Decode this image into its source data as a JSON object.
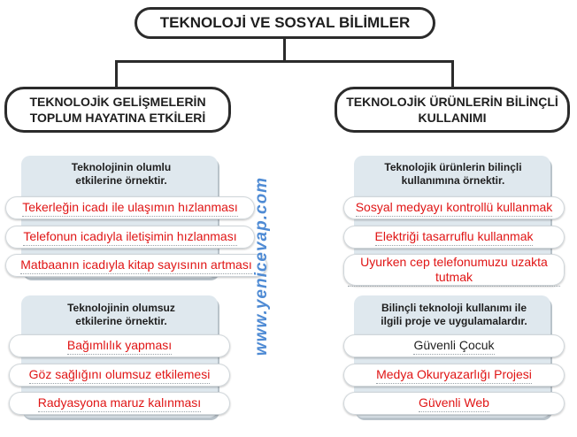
{
  "title": "TEKNOLOJİ VE SOSYAL BİLİMLER",
  "left": {
    "heading": "TEKNOLOJİK GELİŞMELERİN TOPLUM HAYATINA ETKİLERİ",
    "positive": {
      "label": "Teknolojinin olumlu etkilerine örnektir.",
      "items": [
        "Tekerleğin icadı ile ulaşımın hızlanması",
        "Telefonun icadıyla iletişimin hızlanması",
        "Matbaanın icadıyla kitap sayısının artması"
      ]
    },
    "negative": {
      "label": "Teknolojinin olumsuz etkilerine örnektir.",
      "items": [
        "Bağımlılık yapması",
        "Göz sağlığını olumsuz etkilemesi",
        "Radyasyona maruz kalınması"
      ]
    }
  },
  "right": {
    "heading": "TEKNOLOJİK ÜRÜNLERİN BİLİNÇLİ KULLANIMI",
    "conscious": {
      "label": "Teknolojik ürünlerin bilinçli kullanımına örnektir.",
      "items": [
        "Sosyal medyayı kontrollü kullanmak",
        "Elektriği tasarruflu kullanmak",
        "Uyurken cep telefonumuzu uzakta tutmak"
      ]
    },
    "projects": {
      "label": "Bilinçli teknoloji kullanımı ile ilgili proje ve uygulamalardır.",
      "items": [
        "Güvenli Çocuk",
        "Medya Okuryazarlığı Projesi",
        "Güvenli Web"
      ]
    }
  },
  "watermark": "www.yenicevap.com",
  "colors": {
    "answer": "#e01515",
    "panel": "#dfe8ee",
    "border": "#2b2b2b",
    "watermark": "#3d7fd0"
  }
}
